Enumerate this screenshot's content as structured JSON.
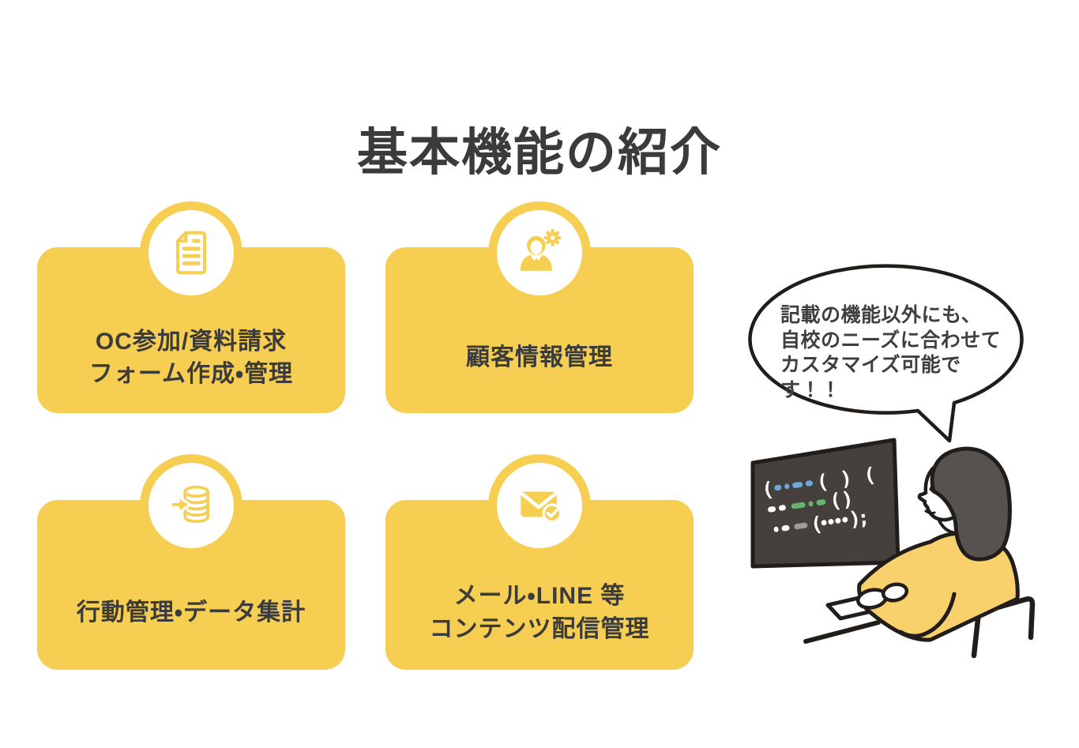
{
  "title": "基本機能の紹介",
  "cards": [
    {
      "id": "form",
      "icon": "document-icon",
      "label": "OC参加/資料請求\nフォーム作成・管理"
    },
    {
      "id": "customer",
      "icon": "user-gear-icon",
      "label": "顧客情報管理"
    },
    {
      "id": "behavior",
      "icon": "database-arrow-icon",
      "label": "行動管理・データ集計"
    },
    {
      "id": "delivery",
      "icon": "mail-check-icon",
      "label": "メール・LINE 等\nコンテンツ配信管理"
    }
  ],
  "speech_bubble": {
    "text": "記載の機能以外にも、\n自校のニーズに合わせて\nカスタマイズ可能です！！"
  },
  "colors": {
    "card_yellow": "#F6CE52",
    "text_dark": "#3B3B3B",
    "outline_ink": "#211D1A",
    "screen_dark": "#46403D",
    "hair_gray": "#57524F",
    "sweater_yellow": "#F8D06C",
    "code_blue": "#6FA9DB",
    "code_green": "#67B36B",
    "code_gray": "#9C9C9C"
  }
}
